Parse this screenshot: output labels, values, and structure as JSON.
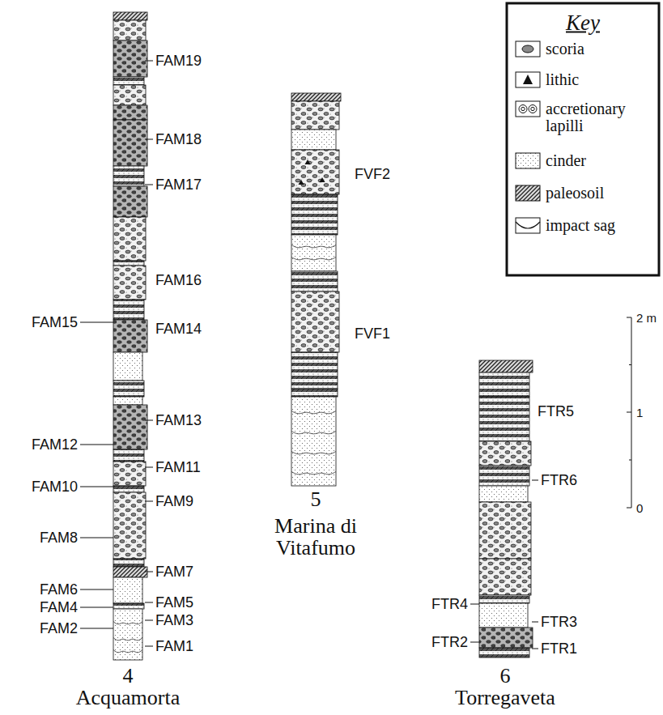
{
  "diagram": {
    "labels": [
      "FAM19",
      "FAM18",
      "FAM17",
      "FAM16",
      "FAM15",
      "FAM14",
      "FAM13",
      "FAM12",
      "FAM11",
      "FAM10",
      "FAM9",
      "FAM8",
      "FAM7",
      "FAM6",
      "FAM5",
      "FAM4",
      "FAM3",
      "FAM2",
      "FAM1",
      "FVF2",
      "FVF1",
      "FTR6",
      "FTR5",
      "FTR4",
      "FTR3",
      "FTR2",
      "FTR1",
      "4",
      "Acquamorta",
      "5",
      "Marina di Vitafumo",
      "6",
      "Torregaveta",
      "2 m",
      "1",
      "0",
      "Key"
    ],
    "legend": [
      {
        "text": "scoria"
      },
      {
        "text": "lithic"
      },
      {
        "text": "accretionary lapilli"
      },
      {
        "text": "cinder"
      },
      {
        "text": "paleosoil"
      },
      {
        "text": "impact sag"
      }
    ]
  }
}
